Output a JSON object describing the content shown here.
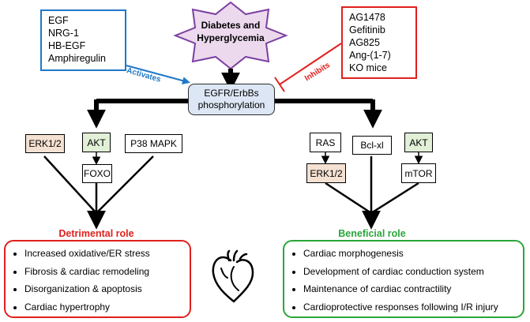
{
  "diagram": {
    "center_star": {
      "line1": "Diabetes and",
      "line2": "Hyperglycemia"
    },
    "activators": [
      "EGF",
      "NRG-1",
      "HB-EGF",
      "Amphiregulin"
    ],
    "activates_label": "Activates",
    "inhibitors": [
      "AG1478",
      "Gefitinib",
      "AG825",
      "Ang-(1-7)",
      "KO mice"
    ],
    "inhibits_label": "Inhibits",
    "receptor": {
      "line1": "EGFR/ErbBs",
      "line2": "phosphorylation"
    },
    "detrimental_nodes": {
      "erk": "ERK1/2",
      "akt": "AKT",
      "p38": "P38 MAPK",
      "foxo": "FOXO"
    },
    "beneficial_nodes": {
      "ras": "RAS",
      "bclxl": "Bcl-xl",
      "akt": "AKT",
      "erk": "ERK1/2",
      "mtor": "mTOR"
    },
    "detrimental": {
      "title": "Detrimental role",
      "items": [
        "Increased oxidative/ER stress",
        "Fibrosis & cardiac remodeling",
        "Disorganization & apoptosis",
        "Cardiac hypertrophy"
      ]
    },
    "beneficial": {
      "title": "Beneficial role",
      "items": [
        "Cardiac morphogenesis",
        "Development of cardiac conduction system",
        "Maintenance of cardiac contractility",
        "Cardioprotective responses following I/R injury"
      ]
    },
    "colors": {
      "activate": "#1f78c8",
      "inhibit": "#e0201e",
      "beneficial": "#2aa63a",
      "star_fill": "#ecd9ee",
      "star_stroke": "#7b3fa0",
      "receptor_fill": "#dde6f5",
      "erk_fill": "#f4e1d2",
      "akt_fill": "#e3f0d8"
    },
    "icons": [
      "heart-icon"
    ]
  }
}
